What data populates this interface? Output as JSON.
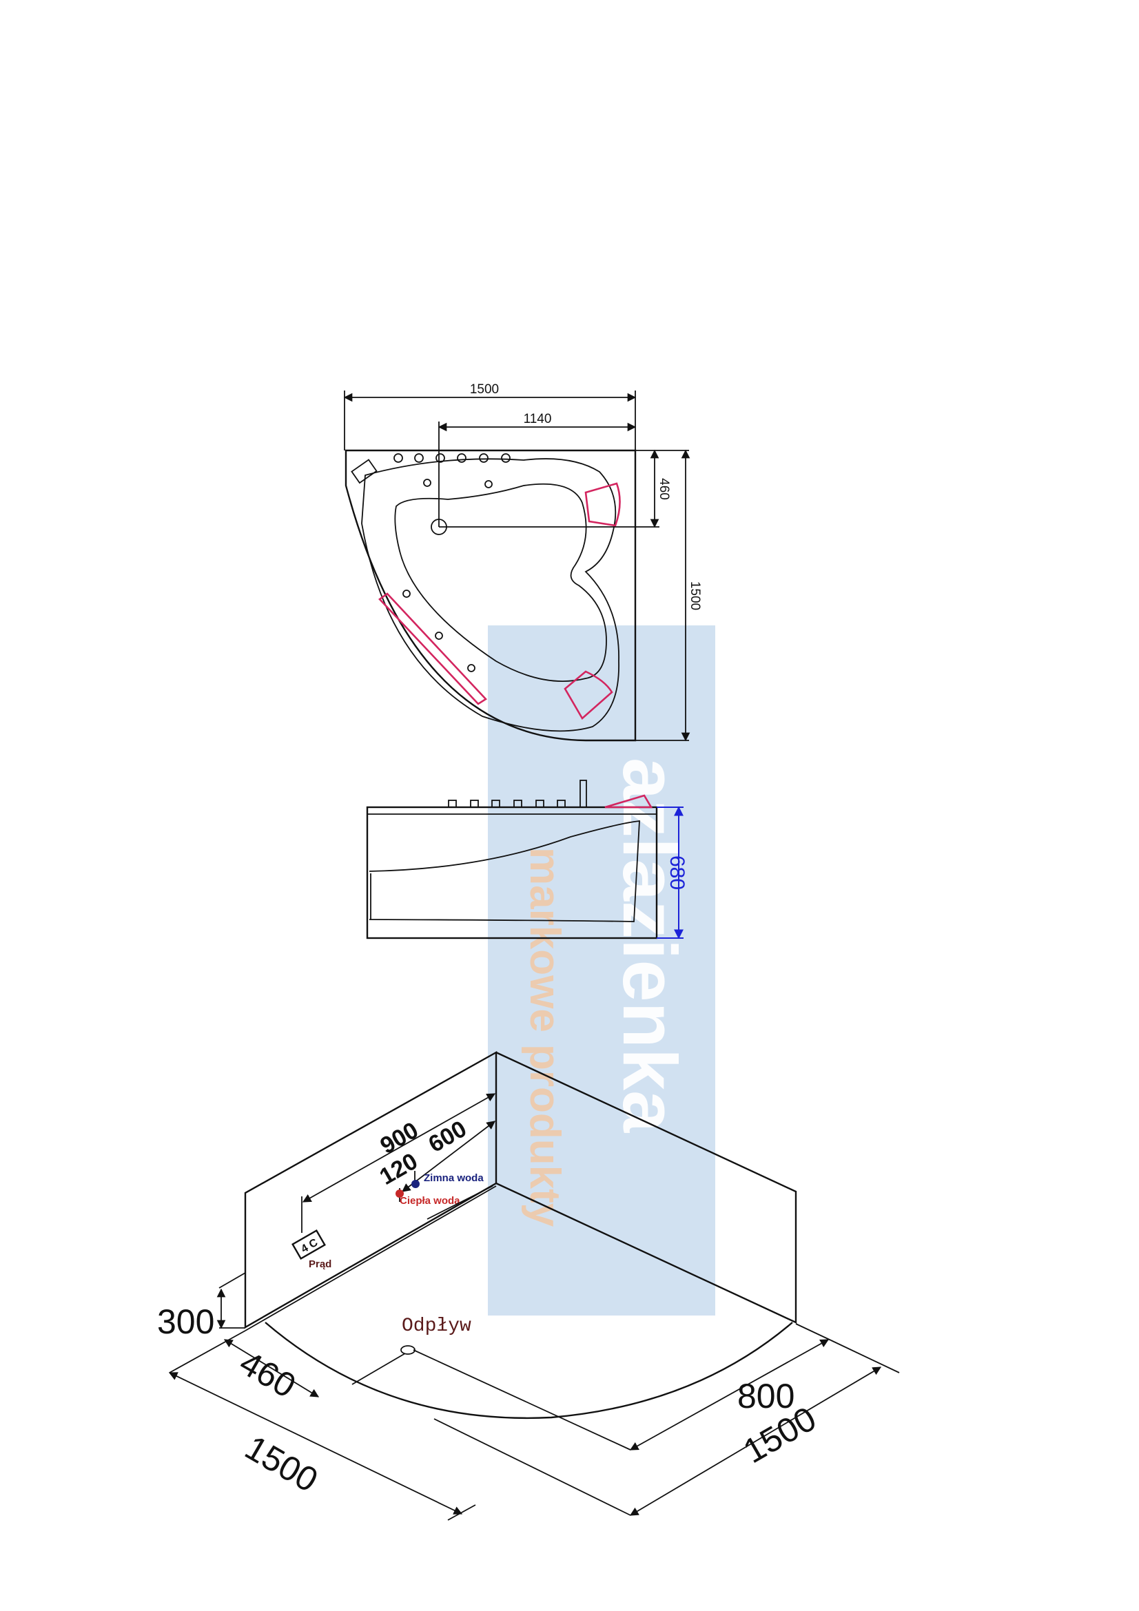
{
  "colors": {
    "line": "#111111",
    "accent_pink": "#d3255f",
    "dimension_blue": "#1c23d8",
    "cold_water": "#1a237e",
    "hot_water": "#c62828",
    "watermark_bg": "#c9dcef",
    "watermark_text": "#ffffff",
    "watermark_subtext": "#f0c9a8"
  },
  "top_view": {
    "dim_total_width": "1500",
    "dim_drain_offset": "1140",
    "dim_drain_depth": "460",
    "dim_total_depth": "1500"
  },
  "side_view": {
    "dim_height": "680"
  },
  "iso_view": {
    "dim_900": "900",
    "dim_600": "600",
    "dim_120": "120",
    "cold_water_label": "Zimna woda",
    "hot_water_label": "Ciepła woda",
    "power_box_label": "4 C",
    "power_label": "Prąd",
    "drain_label": "Odpływ",
    "dim_height_300": "300",
    "dim_460": "460",
    "dim_1500_left": "1500",
    "dim_800": "800",
    "dim_1500_right": "1500"
  },
  "watermark": {
    "brand": "azlazienka",
    "tagline": "markowe produkty"
  }
}
